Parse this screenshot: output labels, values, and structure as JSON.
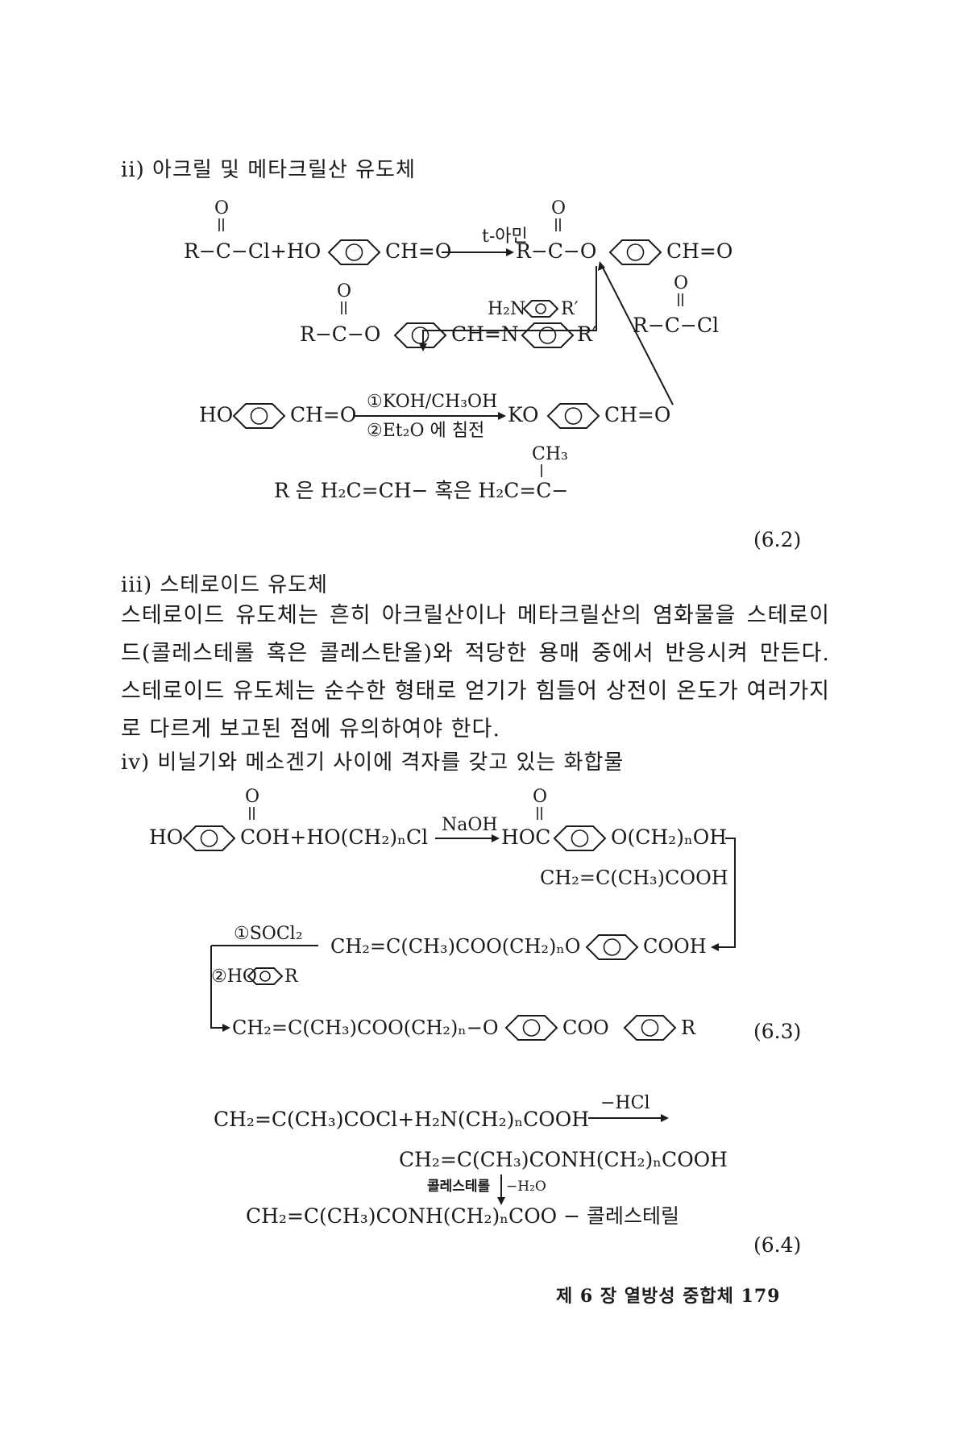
{
  "headings": {
    "ii": "ii) 아크릴 및 메타크릴산 유도체",
    "iii": "iii) 스테로이드 유도체",
    "iv": "iv) 비닐기와 메소겐기 사이에 격자를 갖고 있는 화합물"
  },
  "paragraph": "스테로이드 유도체는 흔히 아크릴산이나 메타크릴산의 염화물을 스테로이드(콜레스테롤 혹은 콜레스탄올)와 적당한 용매 중에서 반응시켜 만든다. 스테로이드 유도체는 순수한 형태로 얻기가 힘들어 상전이 온도가 여러가지로 다르게 보고된 점에 유의하여야 한다.",
  "scheme_62": {
    "r1_left": "R−C−Cl+HO",
    "r1_ald": "CH=O",
    "r1_cond": "t-아민",
    "r1_prod_a": "R−C−O",
    "r1_prod_b": "CH=O",
    "carbonyl_o": "O",
    "amine": "H₂N",
    "amine_r": "R′",
    "acyl_cl": "R−C−Cl",
    "schiff_a": "R−C−O",
    "schiff_b": "CH=N",
    "schiff_r": "R′",
    "r3_left": "HO",
    "r3_ald": "CH=O",
    "r3_cond1": "①KOH/CH₃OH",
    "r3_cond2": "②Et₂O 에 침전",
    "r3_prod_a": "KO",
    "r3_prod_b": "CH=O",
    "r_def_a": "R 은 H₂C=CH−  혹은 H₂C=C−",
    "r_def_ch3": "CH₃",
    "eq": "(6.2)"
  },
  "scheme_63": {
    "l1_ho": "HO",
    "l1_acid": "COH+HO(CH₂)ₙCl",
    "l1_cond": "NaOH",
    "l1_prod_a": "HOC",
    "l1_prod_b": "O(CH₂)ₙOH",
    "carbonyl_o": "O",
    "reagent": "CH₂=C(CH₃)COOH",
    "cond1": "①SOCl₂",
    "cond2_ho": "②HO",
    "cond2_r": "R",
    "mid_a": "CH₂=C(CH₃)COO(CH₂)ₙO",
    "mid_b": "COOH",
    "fin_a": "CH₂=C(CH₃)COO(CH₂)ₙ−O",
    "fin_b": "COO",
    "fin_r": "R",
    "eq": "(6.3)"
  },
  "scheme_64": {
    "l1": "CH₂=C(CH₃)COCl+H₂N(CH₂)ₙCOOH",
    "l1_cond": "−HCl",
    "l2": "CH₂=C(CH₃)CONH(CH₂)ₙCOOH",
    "cond": "콜레스테롤",
    "cond_h2o": "−H₂O",
    "l3": "CH₂=C(CH₃)CONH(CH₂)ₙCOO − 콜레스테릴",
    "eq": "(6.4)"
  },
  "footer": "제 6 장  열방성 중합체   179"
}
